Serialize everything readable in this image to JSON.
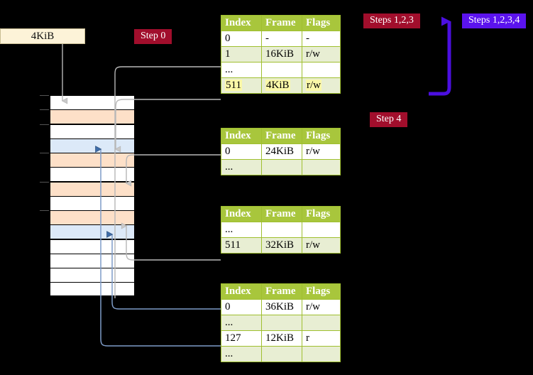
{
  "labels": {
    "size_box": "4KiB",
    "step0": "Step 0",
    "steps123": "Steps 1,2,3",
    "steps1234": "Steps 1,2,3,4",
    "step4": "Step 4"
  },
  "colors": {
    "badge_red": "#a10e2c",
    "badge_blue": "#5b13ee",
    "table_header": "#a8c63c",
    "table_alt_row": "#e8eed3",
    "highlight": "#fbf8a8",
    "mem_orange": "#fde0c8",
    "mem_blue": "#dce9f8",
    "size_box_bg": "#fdf3d8",
    "gray_connector": "#b0b0b0",
    "blue_connector": "#7996c4"
  },
  "table_headers": [
    "Index",
    "Frame",
    "Flags"
  ],
  "tables": [
    {
      "id": "pml4-table",
      "rows": [
        {
          "index": "0",
          "frame": "-",
          "flags": "-",
          "style": "plain",
          "highlight": false
        },
        {
          "index": "1",
          "frame": "16KiB",
          "flags": "r/w",
          "style": "alt",
          "highlight": false
        },
        {
          "index": "...",
          "frame": "",
          "flags": "",
          "style": "plain",
          "highlight": false
        },
        {
          "index": "511",
          "frame": "4KiB",
          "flags": "r/w",
          "style": "alt",
          "highlight": true
        }
      ]
    },
    {
      "id": "pdpt-table",
      "rows": [
        {
          "index": "0",
          "frame": "24KiB",
          "flags": "r/w",
          "style": "plain",
          "highlight": false
        },
        {
          "index": "...",
          "frame": "",
          "flags": "",
          "style": "alt",
          "highlight": false
        }
      ]
    },
    {
      "id": "pd-table",
      "rows": [
        {
          "index": "...",
          "frame": "",
          "flags": "",
          "style": "plain",
          "highlight": false
        },
        {
          "index": "511",
          "frame": "32KiB",
          "flags": "r/w",
          "style": "alt",
          "highlight": false
        }
      ]
    },
    {
      "id": "pt-table",
      "rows": [
        {
          "index": "0",
          "frame": "36KiB",
          "flags": "r/w",
          "style": "plain",
          "highlight": false
        },
        {
          "index": "...",
          "frame": "",
          "flags": "",
          "style": "alt",
          "highlight": false
        },
        {
          "index": "127",
          "frame": "12KiB",
          "flags": "r",
          "style": "plain",
          "highlight": false
        },
        {
          "index": "...",
          "frame": "",
          "flags": "",
          "style": "alt",
          "highlight": false
        }
      ]
    }
  ],
  "memory_blocks": [
    {
      "fill": "white",
      "tick": true
    },
    {
      "fill": "orange",
      "tick": true
    },
    {
      "fill": "white",
      "tick": true
    },
    {
      "fill": "blue",
      "tick": false
    },
    {
      "fill": "orange",
      "tick": true
    },
    {
      "fill": "white",
      "tick": false
    },
    {
      "fill": "orange",
      "tick": true
    },
    {
      "fill": "white",
      "tick": false
    },
    {
      "fill": "orange",
      "tick": true
    },
    {
      "fill": "blue",
      "tick": false
    },
    {
      "fill": "white",
      "tick": false
    },
    {
      "fill": "white",
      "tick": false
    },
    {
      "fill": "white",
      "tick": false
    },
    {
      "fill": "white",
      "tick": false
    }
  ]
}
